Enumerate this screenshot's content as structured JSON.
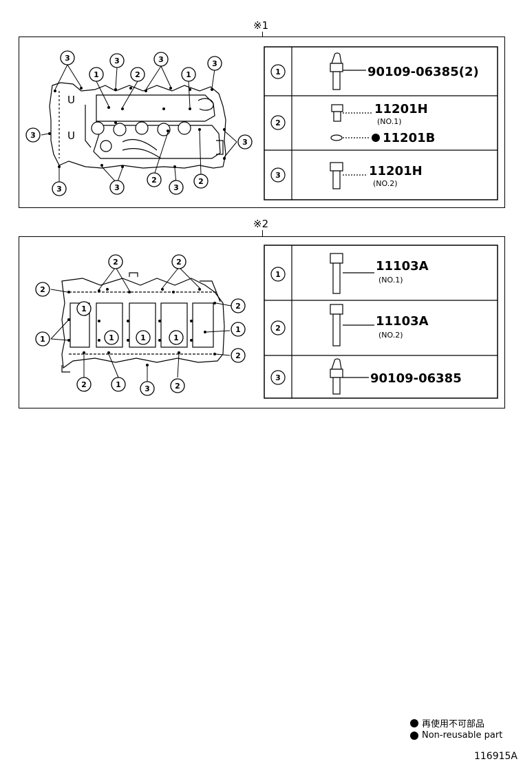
{
  "section1": {
    "mark": "※1",
    "drawing_labels": [
      "U",
      "U"
    ],
    "rows": [
      {
        "index": "1",
        "part": "90109-06385(2)",
        "note": ""
      },
      {
        "index": "2",
        "part": "11201H",
        "note": "(NO.1)",
        "part2": "11201B",
        "part2_nonreusable": true
      },
      {
        "index": "3",
        "part": "11201H",
        "note": "(NO.2)"
      }
    ]
  },
  "section2": {
    "mark": "※2",
    "rows": [
      {
        "index": "1",
        "part": "11103A",
        "note": "(NO.1)"
      },
      {
        "index": "2",
        "part": "11103A",
        "note": "(NO.2)"
      },
      {
        "index": "3",
        "part": "90109-06385",
        "note": ""
      }
    ]
  },
  "legend": {
    "line1": "再使用不可部品",
    "line2": "Non-reusable part"
  },
  "footer_code": "116915A"
}
